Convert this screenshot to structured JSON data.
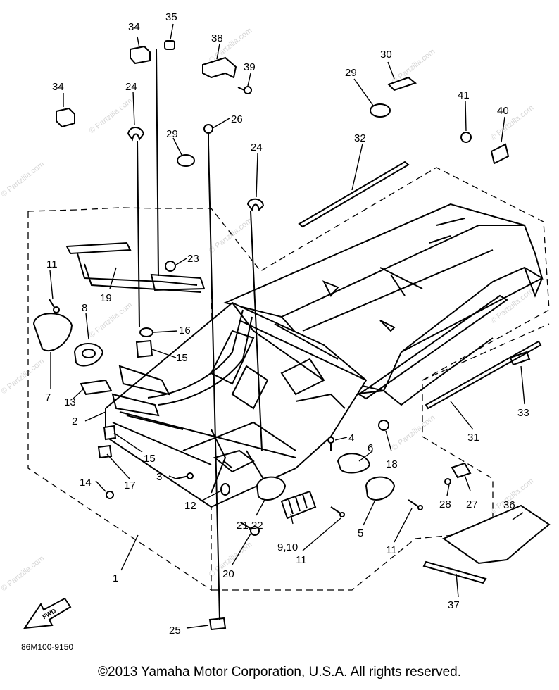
{
  "watermark": "© Partzilla.com",
  "diagram_code": "86M100-9150",
  "fwd_label": "FWD",
  "copyright": "©2013 Yamaha Motor Corporation, U.S.A. All rights reserved.",
  "callouts": [
    "1",
    "2",
    "3",
    "4",
    "5",
    "6",
    "7",
    "8",
    "9,10",
    "11",
    "11",
    "11",
    "11",
    "12",
    "13",
    "14",
    "15",
    "15",
    "16",
    "17",
    "18",
    "19",
    "20",
    "21,22",
    "23",
    "24",
    "24",
    "25",
    "26",
    "27",
    "28",
    "29",
    "29",
    "30",
    "31",
    "32",
    "33",
    "34",
    "34",
    "35",
    "36",
    "37",
    "38",
    "39",
    "40",
    "41"
  ]
}
